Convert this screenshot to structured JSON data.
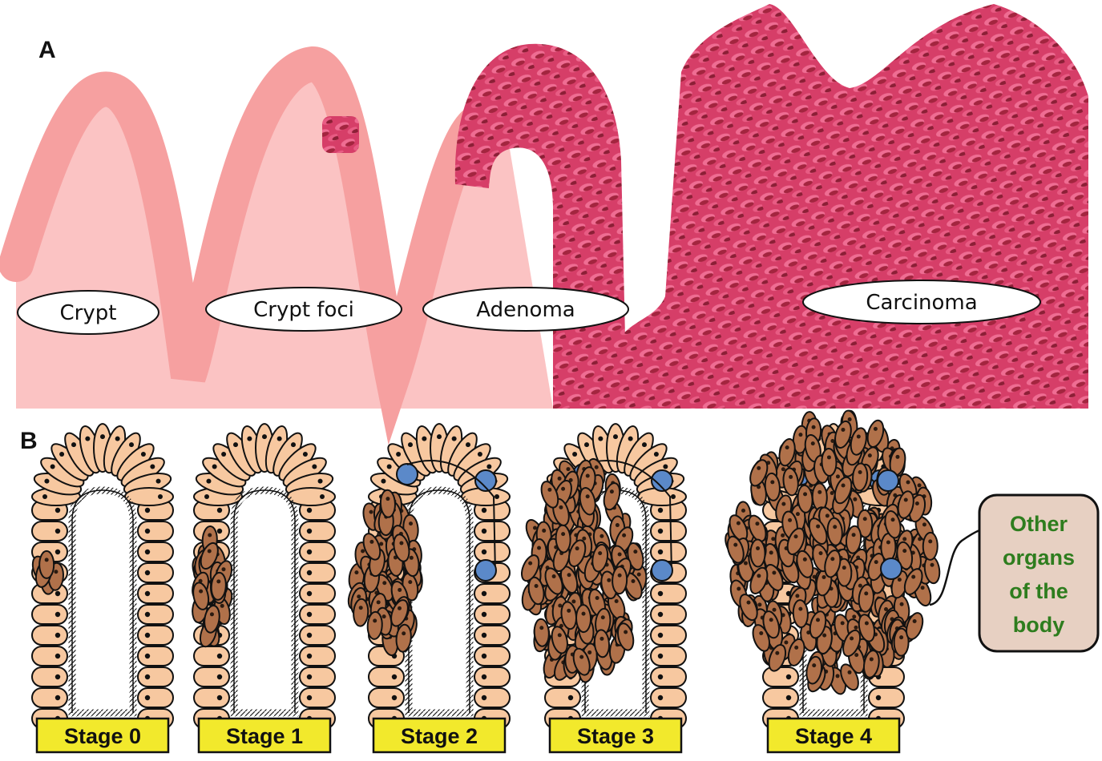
{
  "panels": {
    "a": "A",
    "b": "B"
  },
  "progression_labels": [
    "Crypt",
    "Crypt foci",
    "Adenoma",
    "Carcinoma"
  ],
  "stages": [
    "Stage 0",
    "Stage 1",
    "Stage 2",
    "Stage 3",
    "Stage 4"
  ],
  "metastasis_box": {
    "lines": [
      "Other",
      "organs",
      "of the",
      "body"
    ]
  },
  "colors": {
    "crypt_pink": "#f6a0a0",
    "crypt_pink_light": "#fbc3c3",
    "tumor_pink": "#e4557e",
    "tumor_dark": "#a3253f",
    "epithelium": "#f7c8a0",
    "tumor_cell": "#b0714a",
    "blue_cell": "#5b89c9",
    "stage_label_bg": "#f2e92c",
    "organs_box_bg": "#e7d0c2",
    "organs_text": "#2e7d1e"
  }
}
